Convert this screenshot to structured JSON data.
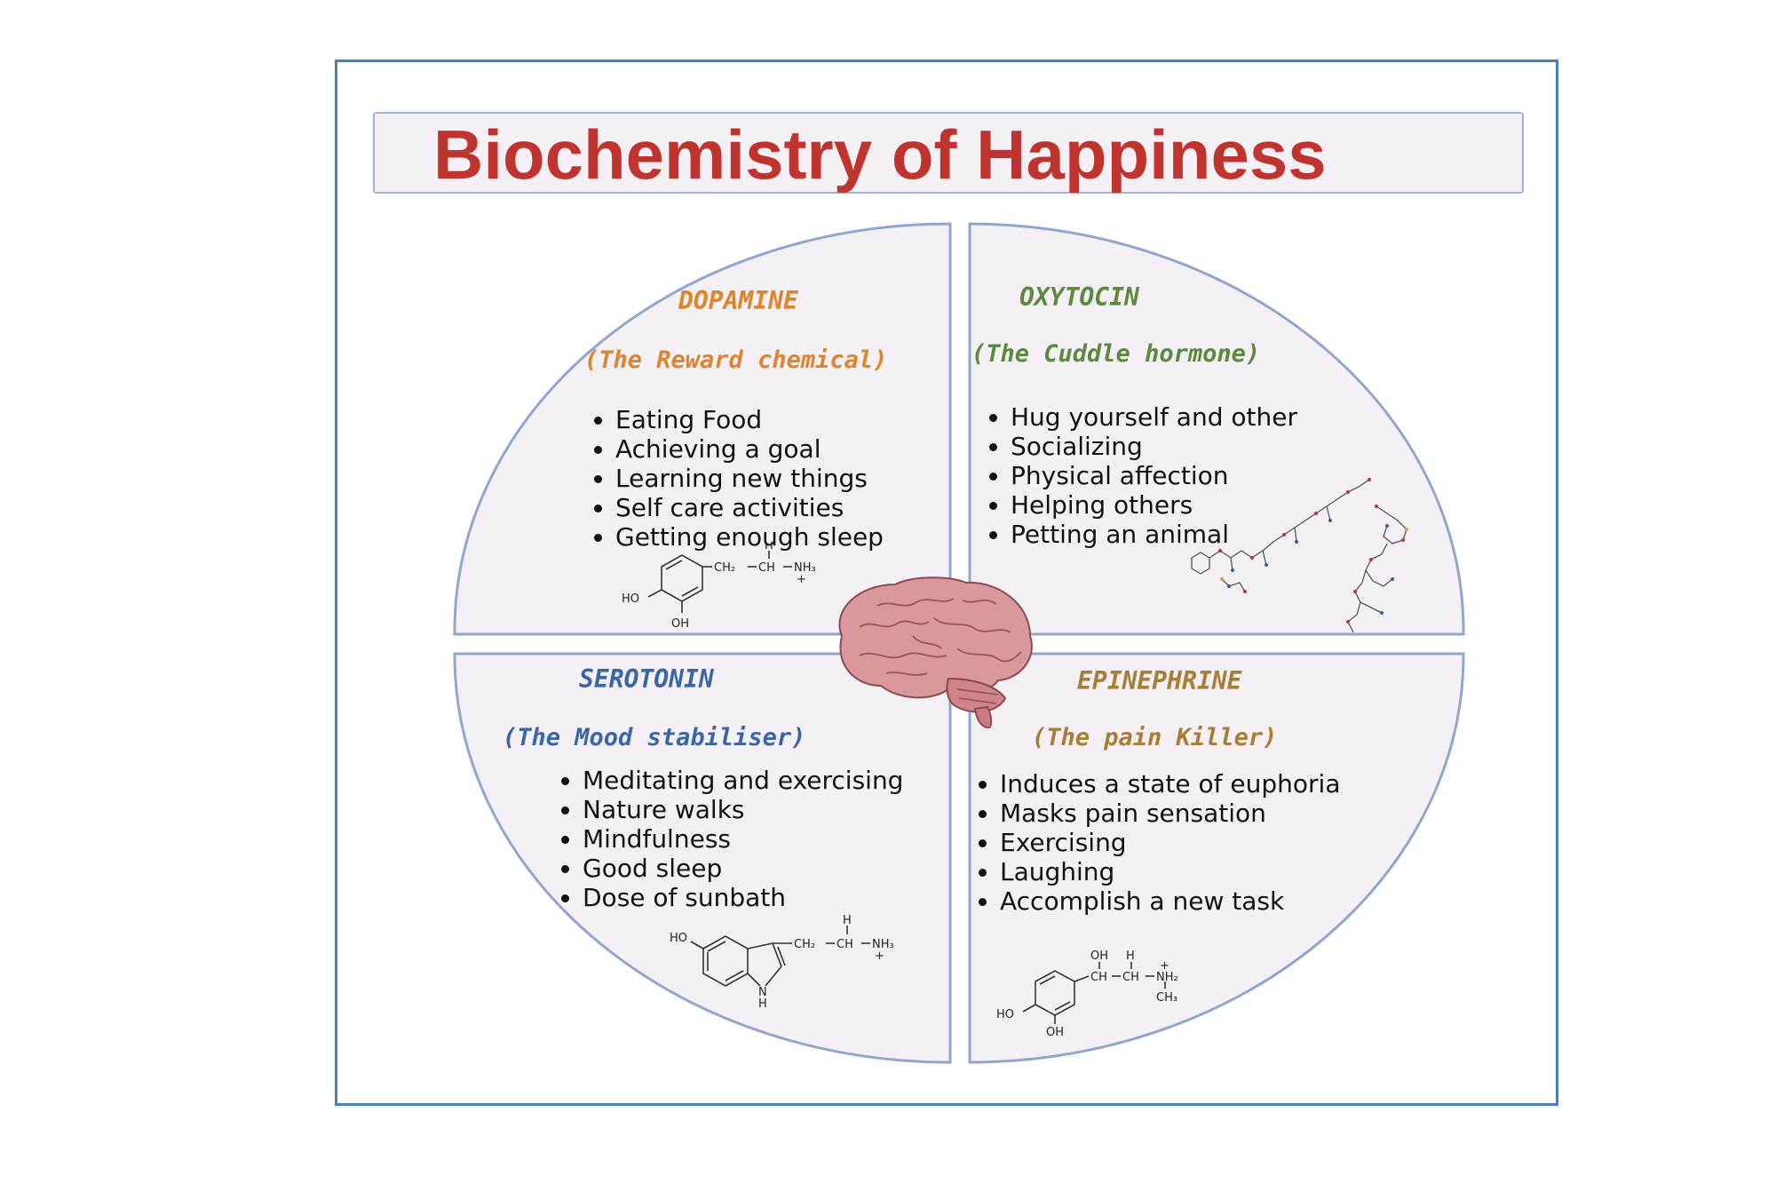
{
  "title": "Biochemistry of Happiness",
  "colors": {
    "title": "#c0342f",
    "frame": "#4a7fbf",
    "quadrant_fill": "#f5f0f6",
    "quadrant_border": "#8fa6d1",
    "dopamine": "#e0842c",
    "oxytocin": "#5b8a3f",
    "serotonin": "#3a66a8",
    "epinephrine": "#a87d36"
  },
  "quadrants": {
    "dopamine": {
      "name": "DOPAMINE",
      "subtitle": "(The Reward chemical)",
      "items": [
        "Eating Food",
        "Achieving a goal",
        "Learning new things",
        "Self care activities",
        "Getting enough sleep"
      ]
    },
    "oxytocin": {
      "name": "OXYTOCIN",
      "subtitle": "(The Cuddle hormone)",
      "items": [
        "Hug yourself and other",
        "Socializing",
        "Physical affection",
        "Helping others",
        "Petting an animal"
      ]
    },
    "serotonin": {
      "name": "SEROTONIN",
      "subtitle": "(The Mood stabiliser)",
      "items": [
        "Meditating and exercising",
        "Nature walks",
        "Mindfulness",
        "Good sleep",
        "Dose of sunbath"
      ]
    },
    "epinephrine": {
      "name": "EPINEPHRINE",
      "subtitle": "(The pain Killer)",
      "items": [
        "Induces a state of euphoria",
        "Masks pain sensation",
        "Exercising",
        "Laughing",
        "Accomplish a new task"
      ]
    }
  },
  "molecules": {
    "dopamine": {
      "ho": "HO",
      "oh": "OH",
      "ch2": "CH₂",
      "ch": "CH",
      "h": "H",
      "nh3": "NH₃",
      "plus": "+"
    },
    "serotonin": {
      "ho": "HO",
      "ch2": "CH₂",
      "ch": "CH",
      "h": "H",
      "nh3": "NH₃",
      "plus": "+",
      "n": "N",
      "nh": "H"
    },
    "epinephrine": {
      "oh_top": "OH",
      "h": "H",
      "ch1": "CH",
      "ch2": "CH",
      "nh2": "NH₂",
      "plus": "+",
      "ch3": "CH₃",
      "ho": "HO",
      "oh": "OH"
    }
  },
  "icons": {
    "center": "brain-icon"
  }
}
